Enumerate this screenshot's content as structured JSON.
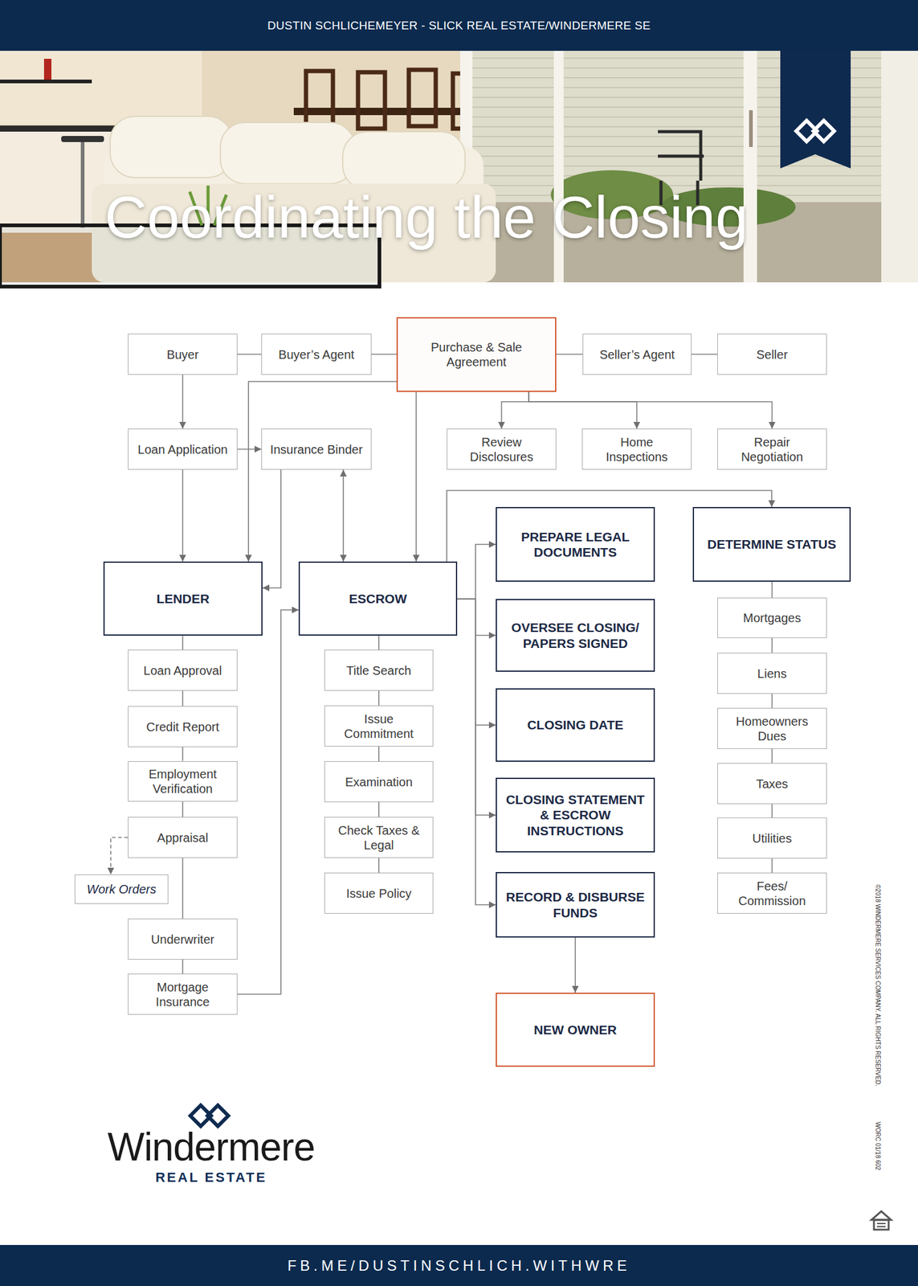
{
  "diagram": {
    "title": "Coordinating the Closing",
    "nodes": [
      {
        "text": [
          "Buyer"
        ]
      },
      {
        "text": [
          "Buyer’s Agent"
        ]
      },
      {
        "text": [
          "Purchase & Sale Agreement"
        ]
      },
      {
        "text": [
          "Seller’s Agent"
        ]
      },
      {
        "text": [
          "Seller"
        ]
      },
      {
        "text": [
          "Loan Application"
        ]
      },
      {
        "text": [
          "Insurance Binder"
        ]
      },
      {
        "text": [
          "Review Disclosures"
        ]
      },
      {
        "text": [
          "Home Inspections"
        ]
      },
      {
        "text": [
          "Repair Negotiation"
        ]
      },
      {
        "text": [
          "LENDER"
        ]
      },
      {
        "text": [
          "ESCROW"
        ]
      },
      {
        "text": [
          "PREPARE LEGAL DOCUMENTS"
        ]
      },
      {
        "text": [
          "DETERMINE STATUS"
        ]
      },
      {
        "text": [
          "Loan Approval"
        ]
      },
      {
        "text": [
          "Credit Report"
        ]
      },
      {
        "text": [
          "Employment Verification"
        ]
      },
      {
        "text": [
          "Appraisal"
        ]
      },
      {
        "text": [
          "Work Orders"
        ]
      },
      {
        "text": [
          "Underwriter"
        ]
      },
      {
        "text": [
          "Mortgage Insurance"
        ]
      },
      {
        "text": [
          "Title Search"
        ]
      },
      {
        "text": [
          "Issue Commitment"
        ]
      },
      {
        "text": [
          "Examination"
        ]
      },
      {
        "text": [
          "Check Taxes & Legal"
        ]
      },
      {
        "text": [
          "Issue Policy"
        ]
      },
      {
        "text": [
          "OVERSEE CLOSING/ PAPERS SIGNED"
        ]
      },
      {
        "text": [
          "CLOSING DATE"
        ]
      },
      {
        "text": [
          "CLOSING STATEMENT & ESCROW INSTRUCTIONS"
        ]
      },
      {
        "text": [
          "RECORD & DISBURSE FUNDS"
        ]
      },
      {
        "text": [
          "NEW OWNER"
        ]
      },
      {
        "text": [
          "Mortgages"
        ]
      },
      {
        "text": [
          "Liens"
        ]
      },
      {
        "text": [
          "Homeowners Dues"
        ]
      },
      {
        "text": [
          "Taxes"
        ]
      },
      {
        "text": [
          "Utilities"
        ]
      },
      {
        "text": [
          "Fees/ Commission"
        ]
      }
    ],
    "edges": [
      {
        "from": 0,
        "to": 1,
        "arrow": "none"
      },
      {
        "from": 1,
        "to": 2,
        "arrow": "none"
      },
      {
        "from": 2,
        "to": 3,
        "arrow": "none"
      },
      {
        "from": 3,
        "to": 4,
        "arrow": "none"
      },
      {
        "from": 0,
        "to": 5,
        "arrow": "to"
      },
      {
        "from": 5,
        "to": 6,
        "arrow": "to"
      },
      {
        "from": 5,
        "to": 10,
        "arrow": "to"
      },
      {
        "from": 2,
        "to": 10,
        "arrow": "to"
      },
      {
        "from": 2,
        "to": 11,
        "arrow": "to"
      },
      {
        "from": 2,
        "to": 7,
        "arrow": "to"
      },
      {
        "from": 2,
        "to": 8,
        "arrow": "to"
      },
      {
        "from": 2,
        "to": 9,
        "arrow": "to"
      },
      {
        "from": 6,
        "to": 11,
        "arrow": "both"
      },
      {
        "from": 6,
        "to": 10,
        "arrow": "to"
      },
      {
        "from": 11,
        "to": 13,
        "arrow": "to"
      },
      {
        "from": 11,
        "to": 12,
        "arrow": "to"
      },
      {
        "from": 11,
        "to": 26,
        "arrow": "to"
      },
      {
        "from": 11,
        "to": 27,
        "arrow": "to"
      },
      {
        "from": 11,
        "to": 28,
        "arrow": "to"
      },
      {
        "from": 11,
        "to": 29,
        "arrow": "to"
      },
      {
        "from": 29,
        "to": 30,
        "arrow": "to"
      },
      {
        "from": 10,
        "to": 14,
        "arrow": "none"
      },
      {
        "from": 14,
        "to": 15,
        "arrow": "none"
      },
      {
        "from": 15,
        "to": 16,
        "arrow": "none"
      },
      {
        "from": 16,
        "to": 17,
        "arrow": "none"
      },
      {
        "from": 17,
        "to": 19,
        "arrow": "none"
      },
      {
        "from": 19,
        "to": 20,
        "arrow": "none"
      },
      {
        "from": 17,
        "to": 18,
        "arrow": "to"
      },
      {
        "from": 20,
        "to": 11,
        "arrow": "to"
      },
      {
        "from": 11,
        "to": 21,
        "arrow": "none"
      },
      {
        "from": 21,
        "to": 22,
        "arrow": "none"
      },
      {
        "from": 22,
        "to": 23,
        "arrow": "none"
      },
      {
        "from": 23,
        "to": 24,
        "arrow": "none"
      },
      {
        "from": 24,
        "to": 25,
        "arrow": "none"
      },
      {
        "from": 13,
        "to": 31,
        "arrow": "none"
      },
      {
        "from": 31,
        "to": 32,
        "arrow": "none"
      },
      {
        "from": 32,
        "to": 33,
        "arrow": "none"
      },
      {
        "from": 33,
        "to": 34,
        "arrow": "none"
      },
      {
        "from": 34,
        "to": 35,
        "arrow": "none"
      },
      {
        "from": 35,
        "to": 36,
        "arrow": "none"
      }
    ],
    "labels": [
      "DUSTIN SCHLICHEMEYER - SLICK REAL ESTATE/WINDERMERE SE",
      "Windermere",
      "REAL ESTATE",
      "©2018 WINDERMERE SERVICES COMPANY. ALL RIGHTS RESERVED.",
      "WORC 01/18 602",
      "FB.ME/DUSTINSCHLICH.WITHWRE"
    ]
  }
}
